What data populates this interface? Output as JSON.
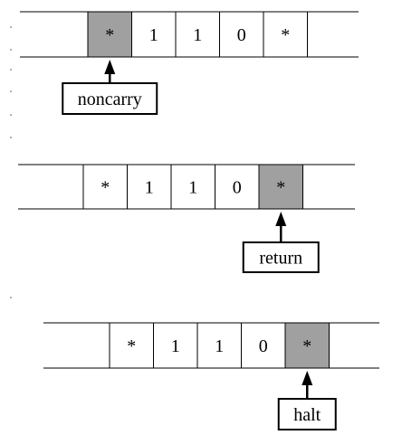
{
  "colors": {
    "head_cell": "#a0a0a0",
    "plain_cell": "#ffffff",
    "ink": "#000000"
  },
  "tapes": [
    {
      "cells": [
        "*",
        "1",
        "1",
        "0",
        "*"
      ],
      "head_index": 0,
      "state_label": "noncarry"
    },
    {
      "cells": [
        "*",
        "1",
        "1",
        "0",
        "*"
      ],
      "head_index": 4,
      "state_label": "return"
    },
    {
      "cells": [
        "*",
        "1",
        "1",
        "0",
        "*"
      ],
      "head_index": 4,
      "state_label": "halt"
    }
  ]
}
